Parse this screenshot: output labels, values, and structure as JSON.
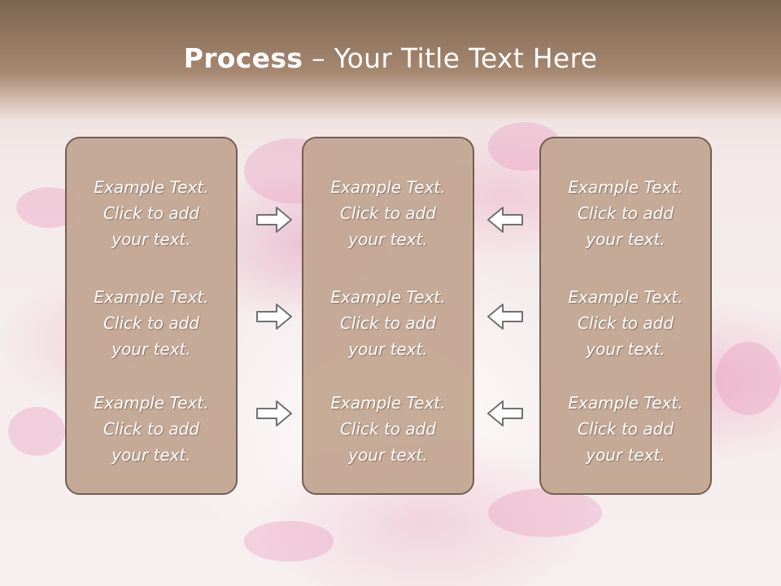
{
  "title": {
    "bold": "Process",
    "rest": " – Your Title Text Here"
  },
  "panels": [
    {
      "items": [
        {
          "l1": "Example Text.",
          "l2": "Click  to add",
          "l3": "your text."
        },
        {
          "l1": "Example Text.",
          "l2": "Click  to add",
          "l3": "your text."
        },
        {
          "l1": "Example Text.",
          "l2": "Click  to add",
          "l3": "your text."
        }
      ]
    },
    {
      "items": [
        {
          "l1": "Example Text.",
          "l2": "Click  to add",
          "l3": "your text."
        },
        {
          "l1": "Example Text.",
          "l2": "Click  to add",
          "l3": "your text."
        },
        {
          "l1": "Example Text.",
          "l2": "Click  to add",
          "l3": "your text."
        }
      ]
    },
    {
      "items": [
        {
          "l1": "Example Text.",
          "l2": "Click  to add",
          "l3": "your text."
        },
        {
          "l1": "Example Text.",
          "l2": "Click  to add",
          "l3": "your text."
        },
        {
          "l1": "Example Text.",
          "l2": "Click  to add",
          "l3": "your text."
        }
      ]
    }
  ],
  "icons": {
    "left_arrows": "arrow-right-icon",
    "right_arrows": "arrow-left-icon"
  },
  "colors": {
    "header": "#7c6550",
    "panel_fill": "#c4a894",
    "panel_border": "#6e5a4c",
    "arrow_fill": "#ffffff",
    "arrow_stroke": "#707070"
  }
}
